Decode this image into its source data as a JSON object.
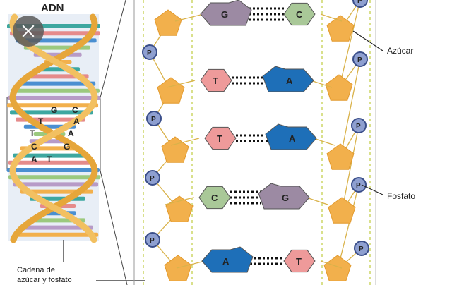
{
  "title": "ADN",
  "labels": {
    "sugar": "Azúcar",
    "phosphate": "Fosfato",
    "chain_line1": "Cadena de",
    "chain_line2": "azúcar y fosfato",
    "phosphate_symbol": "P"
  },
  "overview_pairs": [
    [
      "G",
      "C"
    ],
    [
      "T",
      "A"
    ],
    [
      "T",
      "A"
    ],
    [
      "C",
      "G"
    ],
    [
      "A",
      "T"
    ]
  ],
  "detail_pairs": [
    {
      "left": "G",
      "right": "C"
    },
    {
      "left": "T",
      "right": "A"
    },
    {
      "left": "T",
      "right": "A"
    },
    {
      "left": "C",
      "right": "G"
    },
    {
      "left": "A",
      "right": "T"
    }
  ],
  "colors": {
    "sugar": "#F2B04C",
    "phosphate_fill": "#8E9FD0",
    "phosphate_stroke": "#3A4E8A",
    "G": "#9C8AA3",
    "C": "#A9C898",
    "T": "#EE9A9A",
    "A": "#1E6FB8",
    "dashed_guide": "#C9D25A",
    "overview_frame": "#E8EEF6"
  },
  "close_icon": "close-icon"
}
